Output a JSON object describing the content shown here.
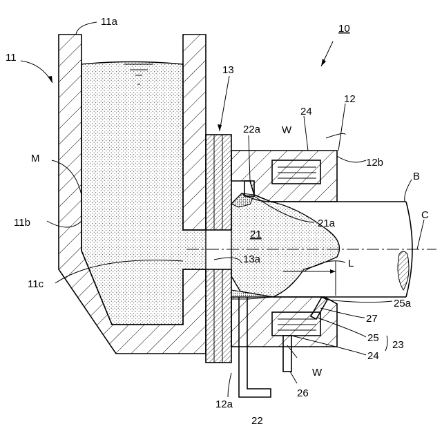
{
  "figure_number": "10",
  "labels": {
    "crucible": "11",
    "crucible_top": "11a",
    "crucible_inner_wall": "11b",
    "crucible_corner": "11c",
    "melt": "M",
    "mold": "12",
    "mold_face": "12a",
    "mold_outer": "12b",
    "heat_insulator": "13",
    "insulator_hole": "13a",
    "solidifying_zone": "21",
    "solidification_front": "21a",
    "pipe": "22",
    "pipe_tip": "22a",
    "assembly": "23",
    "block_upper": "24",
    "block_lower": "24",
    "coolant_upper": "W",
    "coolant_lower": "W",
    "sensor_body": "25",
    "sensor_tip": "25a",
    "conduit": "26",
    "gap": "27",
    "bar": "B",
    "axis": "C",
    "length": "L"
  }
}
